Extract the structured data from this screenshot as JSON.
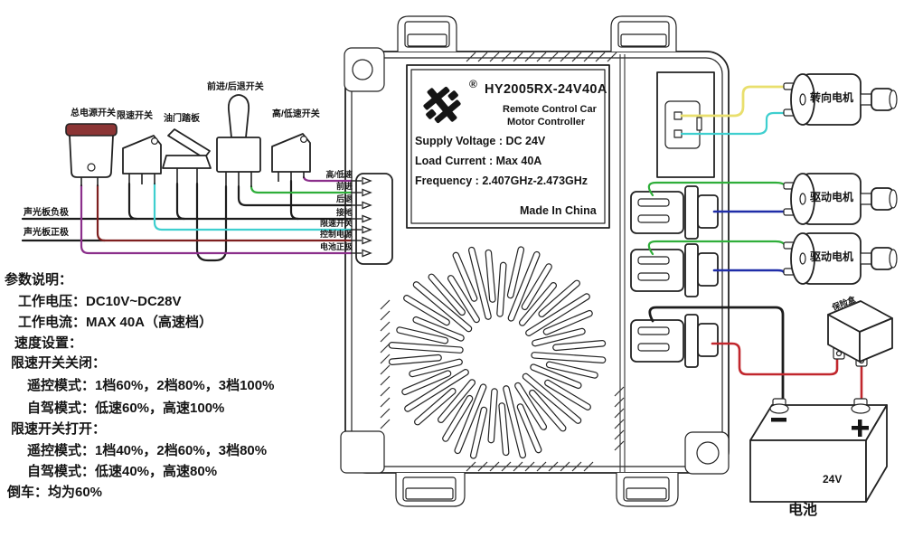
{
  "switches": [
    {
      "label": "总电源开关"
    },
    {
      "label": "限速开关"
    },
    {
      "label": "油门踏板"
    },
    {
      "label": "前进/后退开关"
    },
    {
      "label": "高/低速开关"
    }
  ],
  "pin_labels": [
    "高/低速",
    "前进",
    "后退",
    "接地",
    "限速开关",
    "控制电源",
    "电池正极"
  ],
  "left_labels": [
    "声光板负极",
    "声光板正极"
  ],
  "controller": {
    "registered": "®",
    "model": "HY2005RX-24V40A",
    "line1": "Remote Control Car",
    "line2": "Motor Controller",
    "supply": "Supply Voltage : DC 24V",
    "load": "Load Current : Max 40A",
    "freq": "Frequency : 2.407GHz-2.473GHz",
    "origin": "Made In China"
  },
  "specs": {
    "lines": [
      "参数说明：",
      "工作电压：DC10V~DC28V",
      "工作电流：MAX 40A（高速档）",
      "速度设置：",
      "限速开关关闭：",
      "遥控模式：1档60%，2档80%，3档100%",
      "自驾模式：低速60%，高速100%",
      "限速开关打开：",
      "遥控模式：1档40%，2档60%，3档80%",
      "自驾模式：低速40%，高速80%",
      "倒车：均为60%"
    ]
  },
  "motors": [
    {
      "label": "转向电机"
    },
    {
      "label": "驱动电机"
    },
    {
      "label": "驱动电机"
    }
  ],
  "fuse_label": "保险盒",
  "battery": {
    "voltage": "24V",
    "label": "电池",
    "terminal_positive": "+",
    "terminal_negative": "−"
  },
  "colors": {
    "black": "#1c1c1c",
    "purple": "#8b2f8b",
    "green": "#2fae3a",
    "cyan": "#3ecfcf",
    "darkred": "#7e1f1f",
    "red": "#c1272d",
    "blue": "#1f2da8",
    "yellow": "#e9df6d",
    "rocker_cap": "#8c3535"
  }
}
